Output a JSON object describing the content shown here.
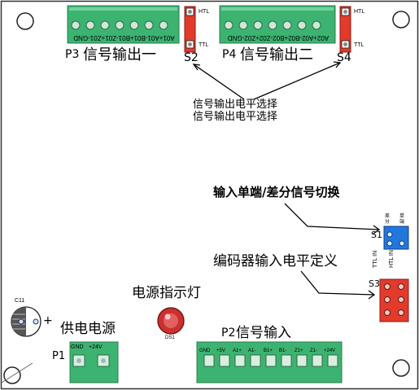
{
  "board": {
    "p3": {
      "designator": "P3",
      "title": "信号输出一",
      "pins": "A01+A01-B01+B01-Z01+Z01-GND"
    },
    "p4": {
      "designator": "P4",
      "title": "信号输出二",
      "pins": "A02+A02-B02+B02-Z02+Z02-GND"
    },
    "s2": {
      "designator": "S2",
      "htl": "HTL",
      "ttl": "TTL"
    },
    "s4": {
      "designator": "S4",
      "htl": "HTL",
      "ttl": "TTL"
    },
    "output_level_note": [
      "信号输出电平选择",
      "信号输出电平选择"
    ],
    "s1": {
      "designator": "S1",
      "label": "输入单端/差分信号切换",
      "opt_a": "差分",
      "opt_b": "单端"
    },
    "s3": {
      "designator": "S3",
      "label": "编码器输入电平定义",
      "opt_a": "TTL IN",
      "opt_b": "HTL IN"
    },
    "power_led": {
      "label": "电源指示灯",
      "ref": "DS1"
    },
    "cap": {
      "ref": "C11",
      "plus": "+"
    },
    "p1": {
      "designator": "P1",
      "label": "供电电源",
      "pins": [
        "GND",
        "+24V"
      ]
    },
    "p2": {
      "designator": "P2",
      "label": "信号输入",
      "pins": [
        "GND",
        "+5V",
        "A1+",
        "A1-",
        "B1+",
        "B1-",
        "Z1+",
        "Z1-",
        "+24V"
      ]
    }
  }
}
